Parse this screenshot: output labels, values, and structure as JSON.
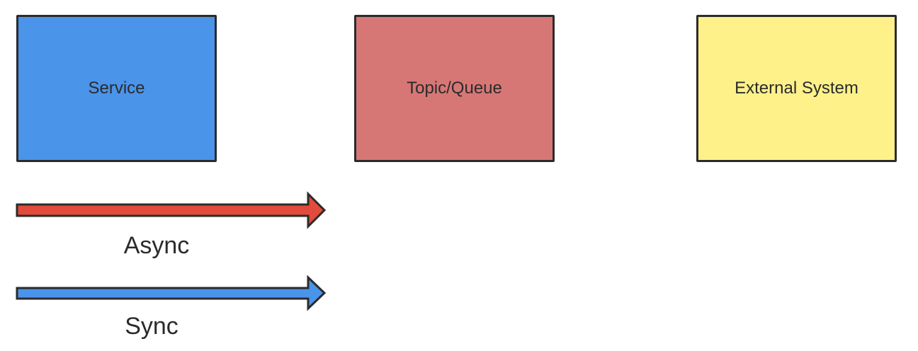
{
  "nodes": {
    "service": {
      "label": "Service",
      "fill": "#4a94ea"
    },
    "topic": {
      "label": "Topic/Queue",
      "fill": "#d77775"
    },
    "external": {
      "label": "External System",
      "fill": "#fff18a"
    }
  },
  "legend": {
    "async": {
      "label": "Async",
      "color": "#e24b3b"
    },
    "sync": {
      "label": "Sync",
      "color": "#4a94ea"
    }
  },
  "stroke": "#2b2b2b"
}
